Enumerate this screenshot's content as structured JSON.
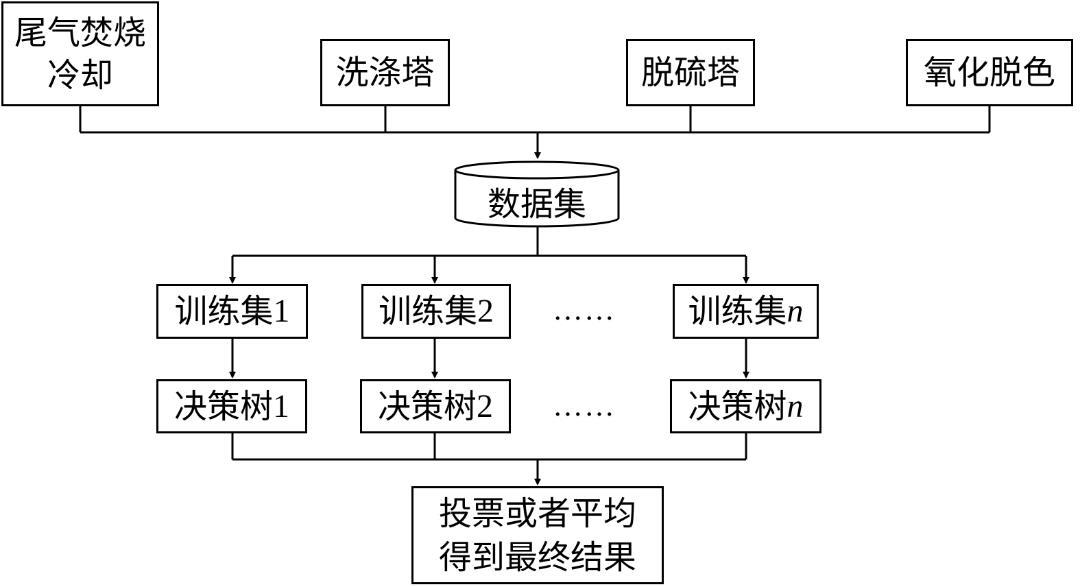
{
  "process_units": [
    {
      "lines": [
        "尾气焚烧",
        "冷却"
      ]
    },
    {
      "lines": [
        "洗涤塔"
      ]
    },
    {
      "lines": [
        "脱硫塔"
      ]
    },
    {
      "lines": [
        "氧化脱色"
      ]
    }
  ],
  "dataset": {
    "label": "数据集"
  },
  "training_sets": [
    {
      "prefix": "训练集",
      "index": "1"
    },
    {
      "prefix": "训练集",
      "index": "2"
    },
    {
      "prefix": "训练集",
      "index": "n"
    }
  ],
  "decision_trees": [
    {
      "prefix": "决策树",
      "index": "1"
    },
    {
      "prefix": "决策树",
      "index": "2"
    },
    {
      "prefix": "决策树",
      "index": "n"
    }
  ],
  "ellipsis": "……",
  "result": {
    "lines": [
      "投票或者平均",
      "得到最终结果"
    ]
  }
}
